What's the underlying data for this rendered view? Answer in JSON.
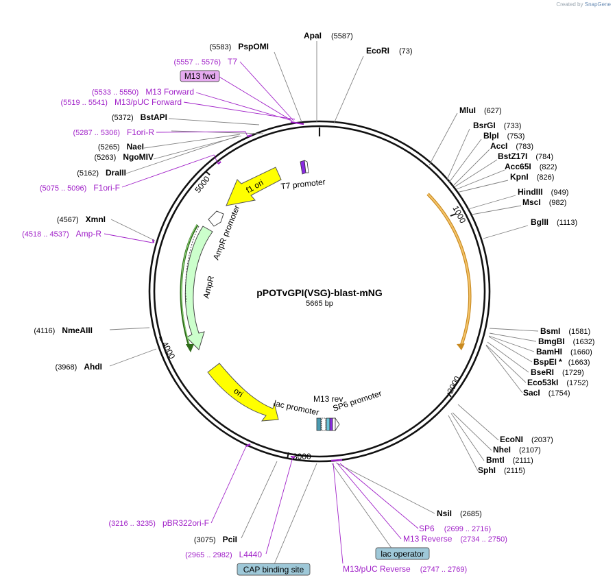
{
  "credit": {
    "prefix": "Created by",
    "brand": "SnapGene"
  },
  "plasmid": {
    "name": "pPOTvGPI(VSG)-blast-mNG",
    "size_label": "5665 bp"
  },
  "ticks": [
    "1000",
    "2000",
    "3000",
    "4000",
    "5000"
  ],
  "enzymes": [
    {
      "name": "ApaI",
      "pos": "(5587)"
    },
    {
      "name": "EcoRI",
      "pos": "(73)"
    },
    {
      "name": "PspOMI",
      "pos": "(5583)"
    },
    {
      "name": "BstAPI",
      "pos": "(5372)"
    },
    {
      "name": "NaeI",
      "pos": "(5265)"
    },
    {
      "name": "NgoMIV",
      "pos": "(5263)"
    },
    {
      "name": "DraIII",
      "pos": "(5162)"
    },
    {
      "name": "XmnI",
      "pos": "(4567)"
    },
    {
      "name": "NmeAIII",
      "pos": "(4116)"
    },
    {
      "name": "AhdI",
      "pos": "(3968)"
    },
    {
      "name": "PciI",
      "pos": "(3075)"
    },
    {
      "name": "MluI",
      "pos": "(627)"
    },
    {
      "name": "BsrGI",
      "pos": "(733)"
    },
    {
      "name": "BlpI",
      "pos": "(753)"
    },
    {
      "name": "AccI",
      "pos": "(783)"
    },
    {
      "name": "BstZ17I",
      "pos": "(784)"
    },
    {
      "name": "Acc65I",
      "pos": "(822)"
    },
    {
      "name": "KpnI",
      "pos": "(826)"
    },
    {
      "name": "HindIII",
      "pos": "(949)"
    },
    {
      "name": "MscI",
      "pos": "(982)"
    },
    {
      "name": "BglII",
      "pos": "(1113)"
    },
    {
      "name": "BsmI",
      "pos": "(1581)"
    },
    {
      "name": "BmgBI",
      "pos": "(1632)"
    },
    {
      "name": "BamHI",
      "pos": "(1660)"
    },
    {
      "name": "BspEI",
      "pos": "(1663)",
      "star": "*"
    },
    {
      "name": "BseRI",
      "pos": "(1729)"
    },
    {
      "name": "Eco53kI",
      "pos": "(1752)"
    },
    {
      "name": "SacI",
      "pos": "(1754)"
    },
    {
      "name": "EcoNI",
      "pos": "(2037)"
    },
    {
      "name": "NheI",
      "pos": "(2107)"
    },
    {
      "name": "BmtI",
      "pos": "(2111)"
    },
    {
      "name": "SphI",
      "pos": "(2115)"
    },
    {
      "name": "NsiI",
      "pos": "(2685)"
    }
  ],
  "primers": [
    {
      "range": "(5557 .. 5576)",
      "name": "T7"
    },
    {
      "range": "(5533 .. 5550)",
      "name": "M13 Forward"
    },
    {
      "range": "(5519 .. 5541)",
      "name": "M13/pUC Forward"
    },
    {
      "range": "(5287 .. 5306)",
      "name": "F1ori-R"
    },
    {
      "range": "(5075 .. 5096)",
      "name": "F1ori-F"
    },
    {
      "range": "(4518 .. 4537)",
      "name": "Amp-R"
    },
    {
      "range": "(3216 .. 3235)",
      "name": "pBR322ori-F"
    },
    {
      "range": "(2965 .. 2982)",
      "name": "L4440"
    },
    {
      "range": "(2699 .. 2716)",
      "name": "SP6"
    },
    {
      "range": "(2734 .. 2750)",
      "name": "M13 Reverse"
    },
    {
      "range": "(2747 .. 2769)",
      "name": "M13/pUC Reverse"
    }
  ],
  "boxes": {
    "m13fwd": "M13 fwd",
    "lac_operator": "lac operator",
    "cap_site": "CAP binding site"
  },
  "features": {
    "f1_ori": "f1 ori",
    "t7_promoter": "T7 promoter",
    "ampr_promoter": "AmpR promoter",
    "ampr": "AmpR",
    "ori": "ori",
    "lac_promoter": "lac promoter",
    "m13_rev": "M13 rev",
    "sp6_promoter": "SP6 promoter"
  },
  "colors": {
    "enzyme": "#000000",
    "primer": "#a020c8",
    "feature_yellow": "#ffff00",
    "ampr_fill": "#ccffcc",
    "orange_arc": "#f4b24a",
    "box_purple": "#e6aaf0",
    "box_blue": "#9ec8d8"
  }
}
